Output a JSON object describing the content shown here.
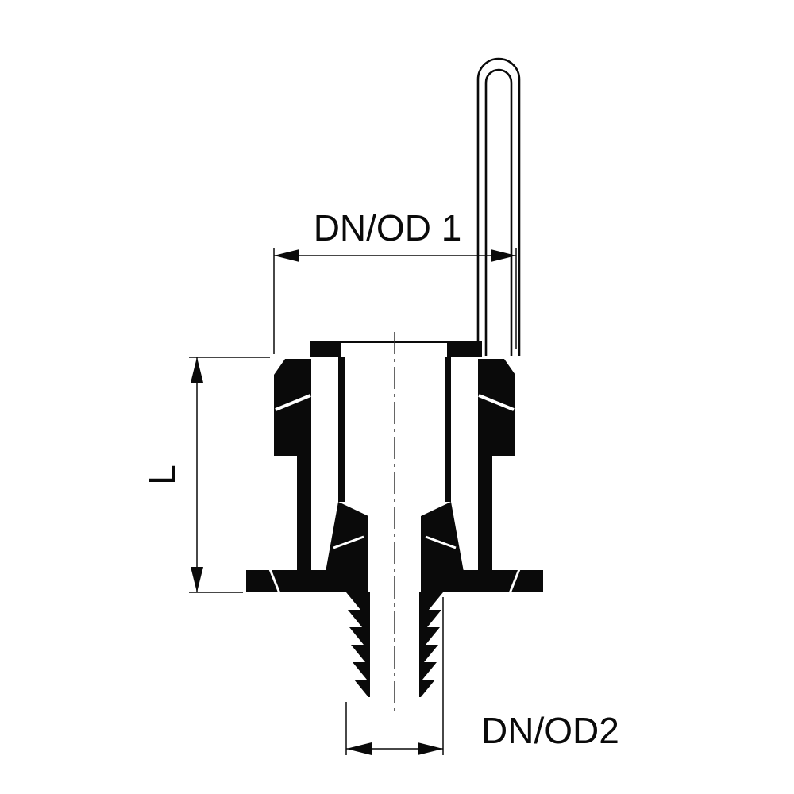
{
  "drawing": {
    "kind": "technical-section-drawing",
    "subject": "pipe fitting with pull loop, sectioned, with dimension callouts",
    "colors": {
      "stroke": "#0a0a0a",
      "background": "#ffffff"
    },
    "dimension_labels": {
      "width_top": "DN/OD 1",
      "length_left": "L",
      "width_bottom": "DN/OD2"
    }
  }
}
